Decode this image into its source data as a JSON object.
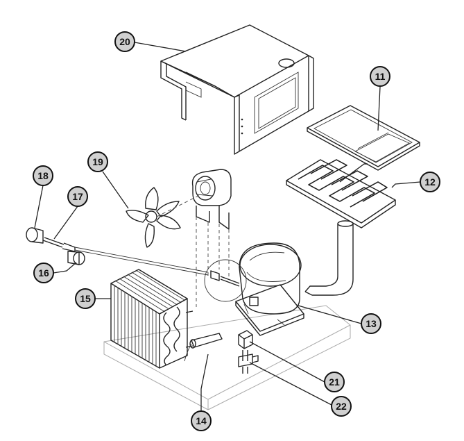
{
  "diagram": {
    "part_labels": {
      "p11": "11",
      "p12": "12",
      "p13": "13",
      "p14": "14",
      "p15": "15",
      "p16": "16",
      "p17": "17",
      "p18": "18",
      "p19": "19",
      "p20": "20",
      "p21": "21",
      "p22": "22"
    }
  }
}
